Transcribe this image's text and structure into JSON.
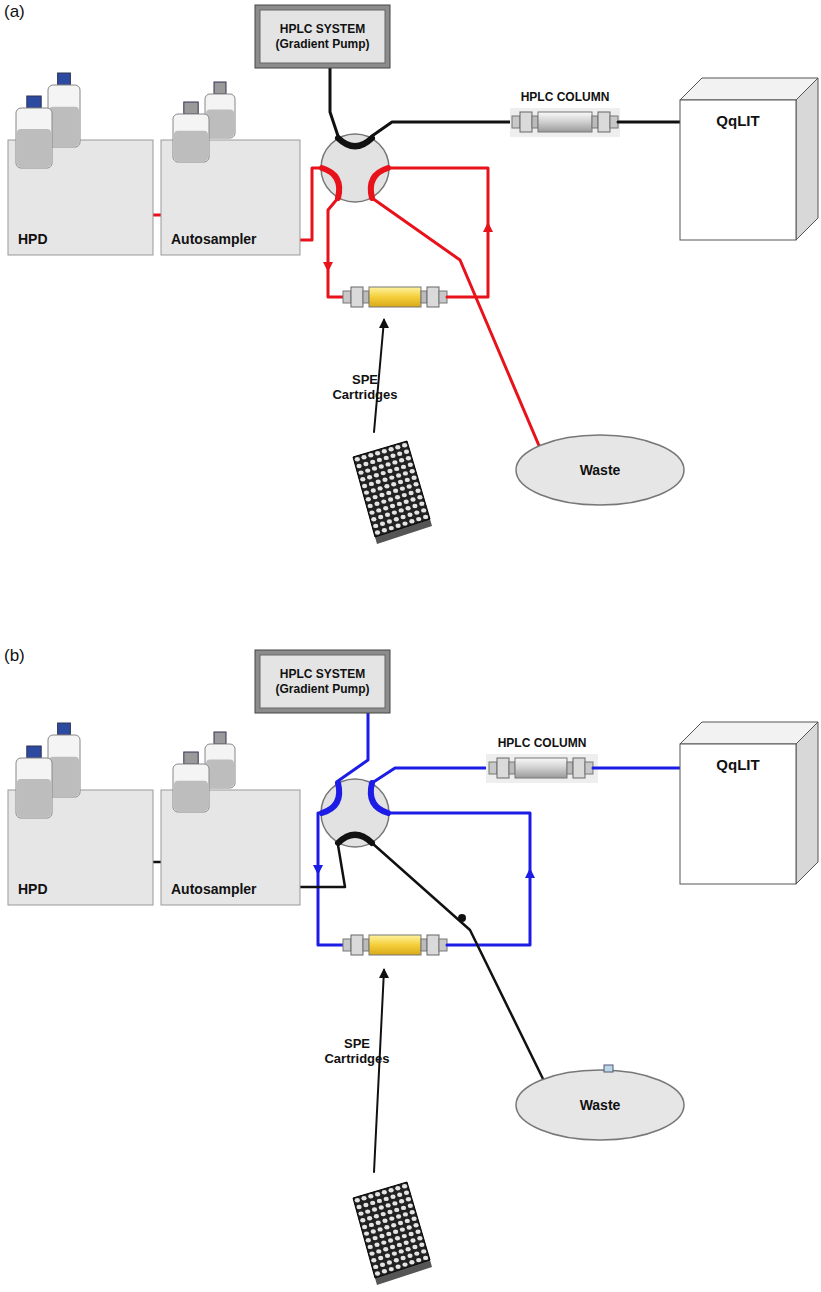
{
  "diagram": {
    "nodes": [
      {
        "text": [
          "HPLC SYSTEM (Gradient Pump)"
        ]
      },
      {
        "text": [
          "QqLIT"
        ]
      },
      {
        "text": [
          "HPD"
        ]
      },
      {
        "text": [
          "Autosampler"
        ]
      },
      {
        "text": [
          "Waste"
        ]
      },
      {
        "text": [
          "HPLC SYSTEM (Gradient Pump)"
        ]
      },
      {
        "text": [
          "QqLIT"
        ]
      },
      {
        "text": [
          "HPD"
        ]
      },
      {
        "text": [
          "Autosampler"
        ]
      },
      {
        "text": [
          "Waste"
        ]
      }
    ],
    "edges": [
      {
        "from": 2,
        "to": 3,
        "arrow": "none"
      },
      {
        "from": 7,
        "to": 8,
        "arrow": "none"
      }
    ],
    "labels": [
      "(a)",
      "HPLC COLUMN",
      "SPE Cartridges",
      "(b)",
      "HPLC COLUMN",
      "SPE Cartridges"
    ]
  }
}
